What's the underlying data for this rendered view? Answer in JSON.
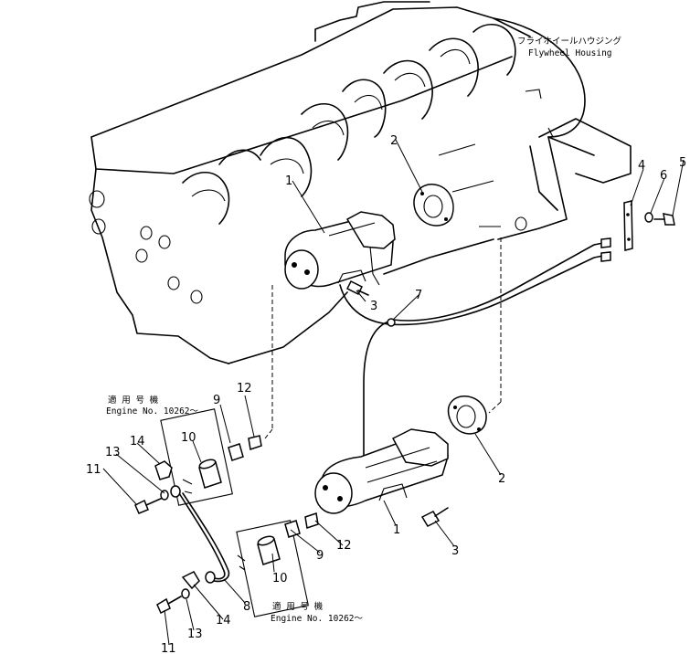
{
  "labels": {
    "flywheel_jp": "フライホイールハウジング",
    "flywheel_en": "Flywheel Housing",
    "note1_jp": "適 用 号 機",
    "note1_en": "Engine No. 10262～",
    "note2_jp": "適 用 号 機",
    "note2_en": "Engine No. 10262～"
  },
  "callouts": {
    "c1_top": "1",
    "c2_top": "2",
    "c3_top": "3",
    "c4": "4",
    "c5": "5",
    "c6": "6",
    "c7": "7",
    "c9_left": "9",
    "c12_left": "12",
    "c10_left": "10",
    "c14_top": "14",
    "c13_top": "13",
    "c11_top": "11",
    "c2_bottom": "2",
    "c1_bottom": "1",
    "c3_bottom": "3",
    "c9_bottom": "9",
    "c12_bottom": "12",
    "c10_bottom": "10",
    "c8": "8",
    "c14_bottom": "14",
    "c13_bottom": "13",
    "c11_bottom": "11"
  }
}
